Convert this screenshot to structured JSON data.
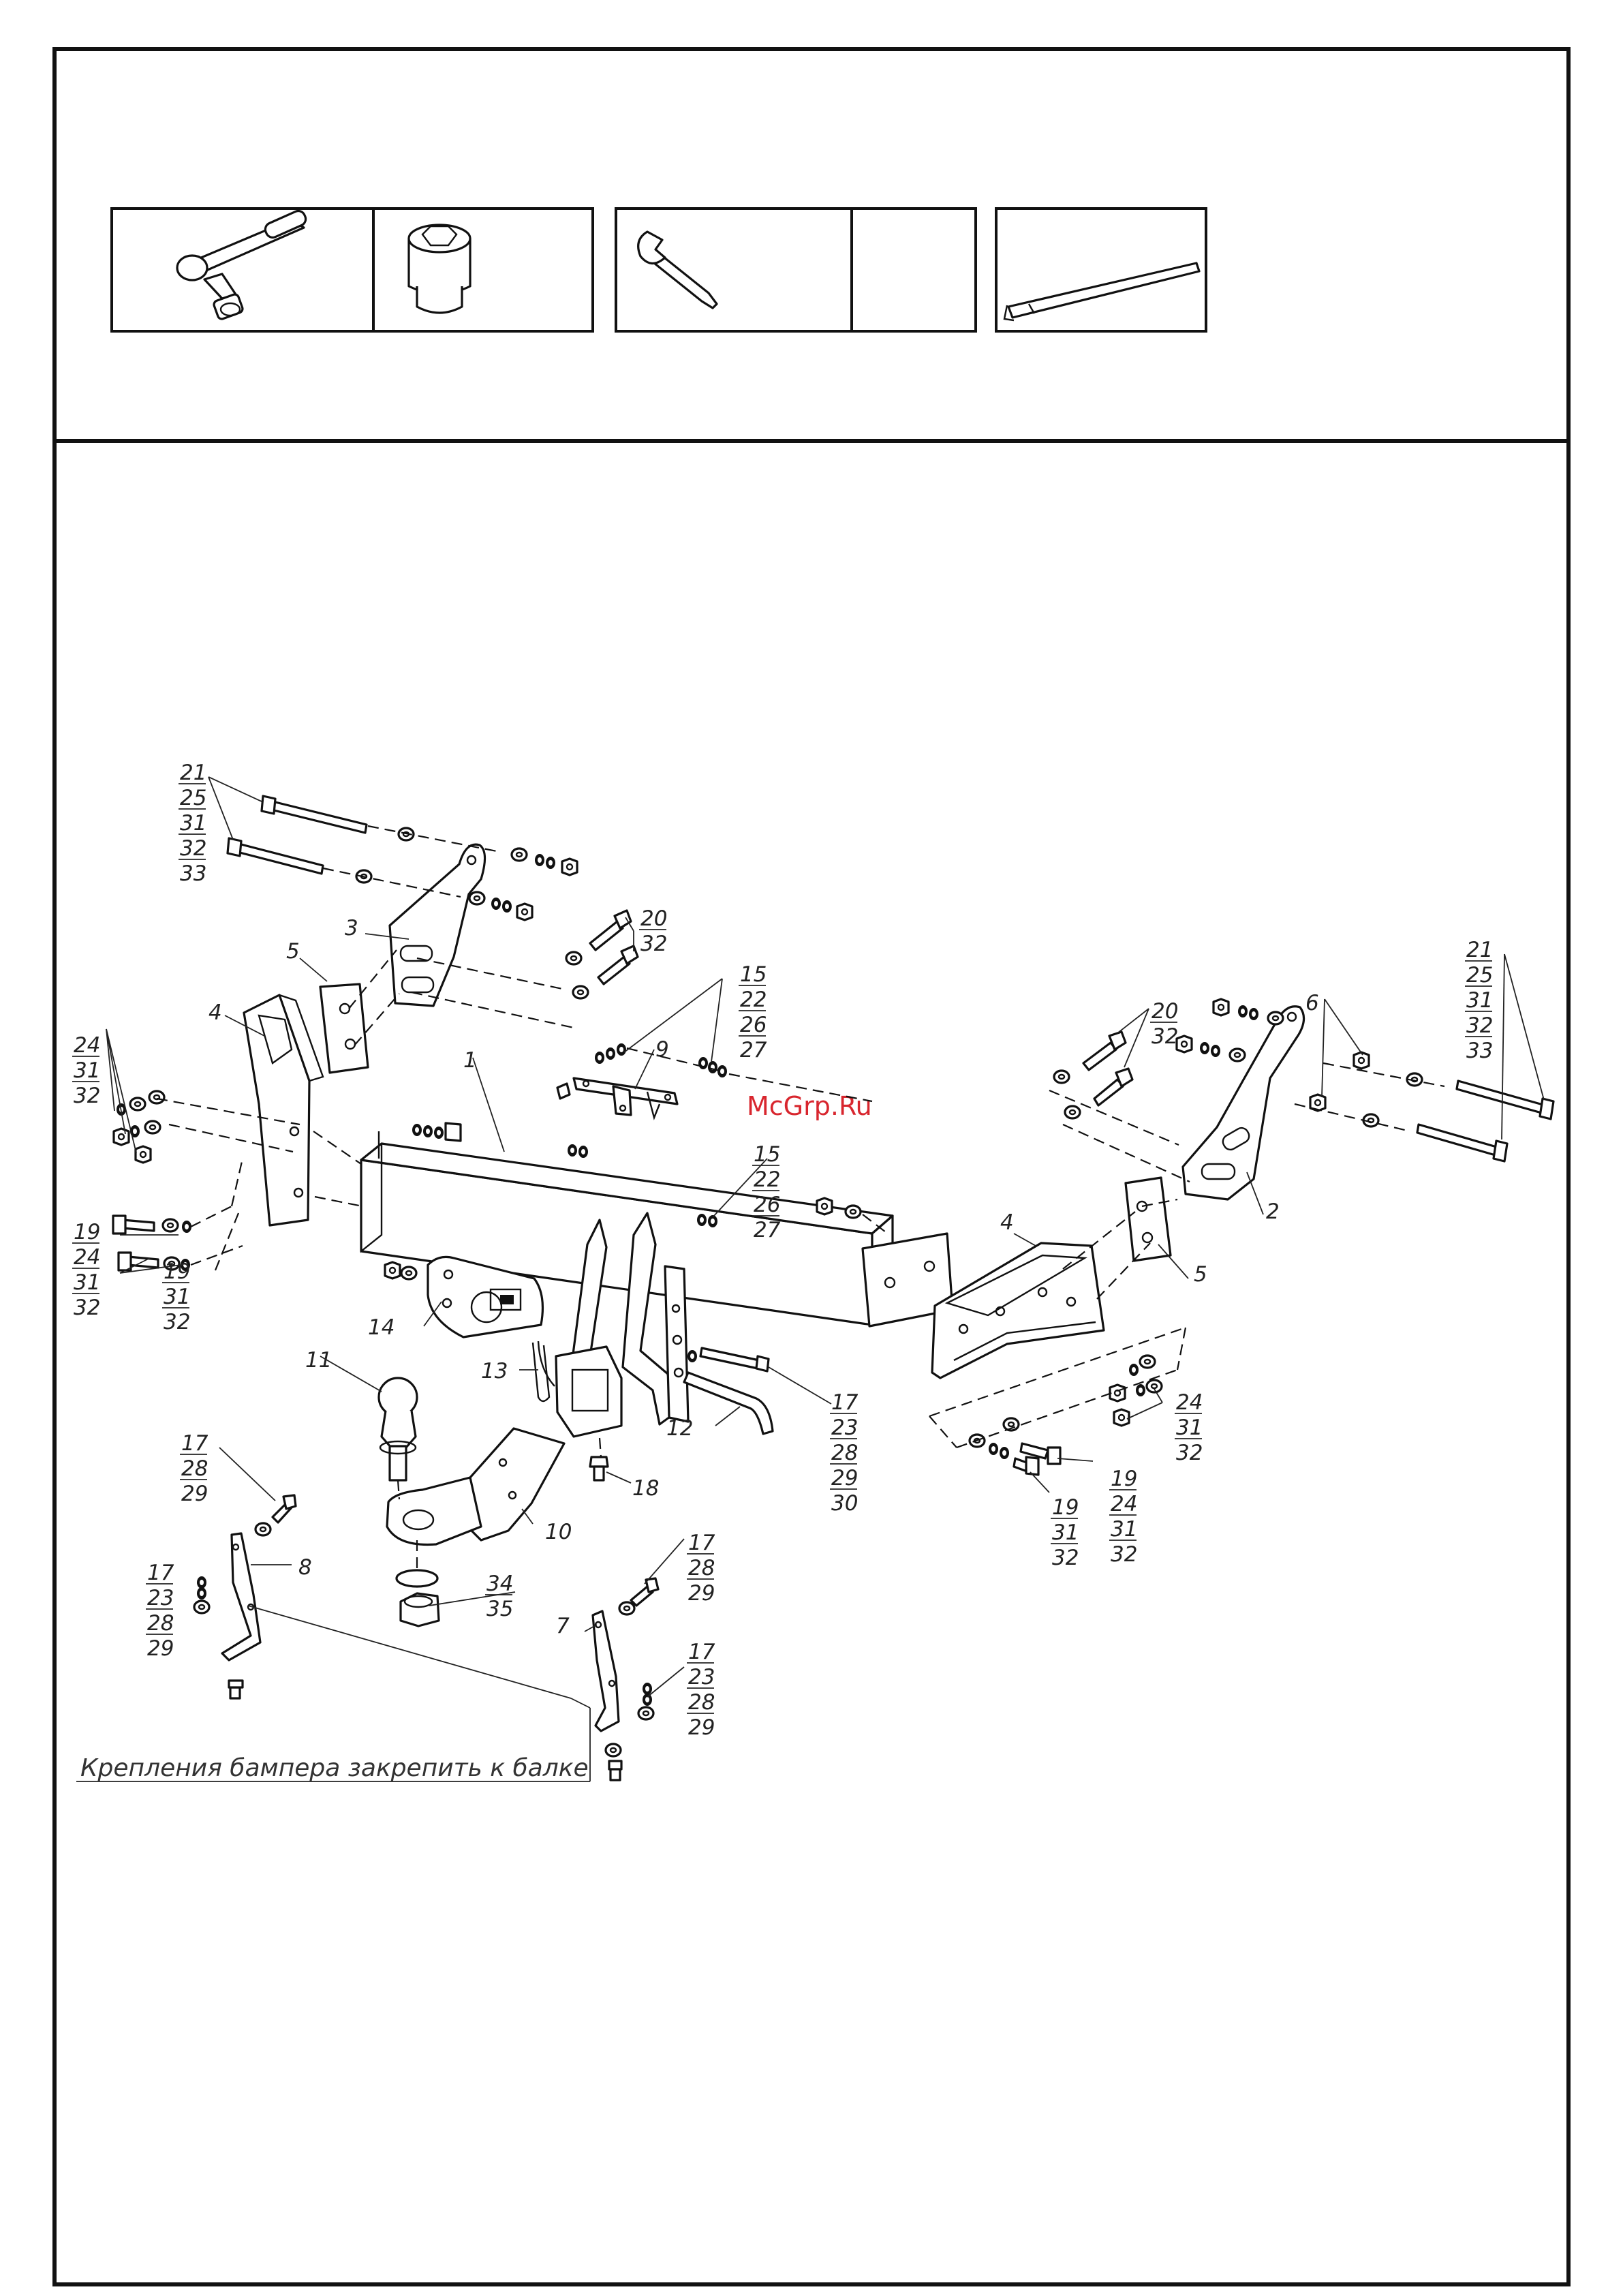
{
  "watermark": "McGrp.Ru",
  "note": "Крепления бампера закрепить к балке",
  "tools": [
    {
      "name": "ratchet-wrench-icon"
    },
    {
      "name": "socket-head-icon"
    },
    {
      "name": "open-end-wrench-icon"
    },
    {
      "name": "empty-cell"
    },
    {
      "name": "pry-bar-icon"
    }
  ],
  "callouts": {
    "c1": "1",
    "c2": "2",
    "c3": "3",
    "c4a": "4",
    "c4b": "4",
    "c5a": "5",
    "c5b": "5",
    "c6": "6",
    "c7": "7",
    "c8": "8",
    "c9": "9",
    "c10": "10",
    "c11": "11",
    "c12": "12",
    "c13": "13",
    "c14": "14",
    "c18": "18"
  },
  "groups": {
    "top_left_bolts": [
      "21",
      "25",
      "31",
      "32",
      "33"
    ],
    "left_bolts_20": [
      "20",
      "32"
    ],
    "left_nuts_24": [
      "24",
      "31",
      "32"
    ],
    "left_bolt_19a": [
      "19",
      "24",
      "31",
      "32"
    ],
    "left_bolt_19b": [
      "19",
      "31",
      "32"
    ],
    "center_15a": [
      "15",
      "22",
      "26",
      "27"
    ],
    "center_15b": [
      "15",
      "22",
      "26",
      "27"
    ],
    "right_bolts_20": [
      "20",
      "32"
    ],
    "right_bolts_21": [
      "21",
      "25",
      "31",
      "32",
      "33"
    ],
    "pin_17": [
      "17",
      "23",
      "28",
      "29",
      "30"
    ],
    "right_nuts_24": [
      "24",
      "31",
      "32"
    ],
    "right_bolt_19a": [
      "19",
      "31",
      "32"
    ],
    "right_bolt_19b": [
      "19",
      "24",
      "31",
      "32"
    ],
    "bracket8_top": [
      "17",
      "28",
      "29"
    ],
    "bracket8_side": [
      "17",
      "23",
      "28",
      "29"
    ],
    "ball_nut": [
      "34",
      "35"
    ],
    "bracket7_top": [
      "17",
      "28",
      "29"
    ],
    "bracket7_side": [
      "17",
      "23",
      "28",
      "29"
    ]
  }
}
